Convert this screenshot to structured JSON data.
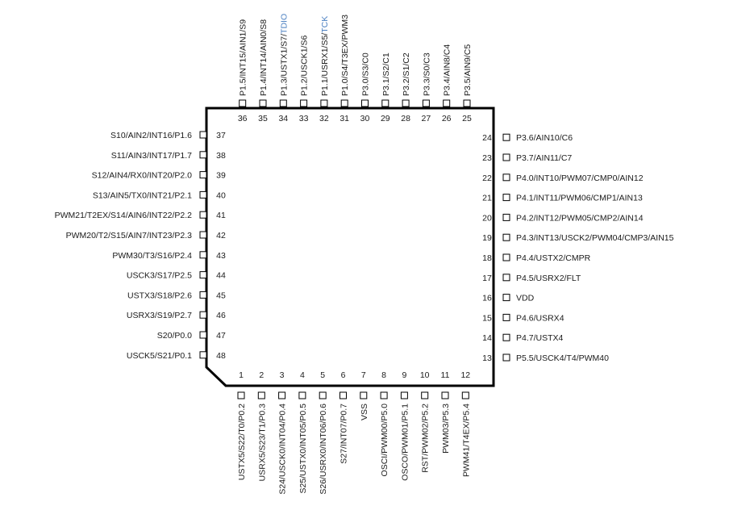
{
  "chip": {
    "accent_color": "#4a7fc1",
    "pins_bottom": [
      {
        "num": "1",
        "label": "USTX5/S22/T0/P0.2"
      },
      {
        "num": "2",
        "label": "USRX5/S23/T1/P0.3"
      },
      {
        "num": "3",
        "label": "S24/USCK0/INT04/P0.4"
      },
      {
        "num": "4",
        "label": "S25/USTX0/INT05/P0.5"
      },
      {
        "num": "5",
        "label": "S26/USRX0/INT06/P0.6"
      },
      {
        "num": "6",
        "label": "S27/INT07/P0.7"
      },
      {
        "num": "7",
        "label": "VSS"
      },
      {
        "num": "8",
        "label": "OSCI/PWM00/P5.0"
      },
      {
        "num": "9",
        "label": "OSCO/PWM01/P5.1"
      },
      {
        "num": "10",
        "label": "RST/PWM02/P5.2"
      },
      {
        "num": "11",
        "label": "PWM03/P5.3"
      },
      {
        "num": "12",
        "label": "PWM41/T4EX/P5.4"
      }
    ],
    "pins_right": [
      {
        "num": "13",
        "label": "P5.5/USCK4/T4/PWM40"
      },
      {
        "num": "14",
        "label": "P4.7/USTX4"
      },
      {
        "num": "15",
        "label": "P4.6/USRX4"
      },
      {
        "num": "16",
        "label": "VDD"
      },
      {
        "num": "17",
        "label": "P4.5/USRX2/FLT"
      },
      {
        "num": "18",
        "label": "P4.4/USTX2/CMPR"
      },
      {
        "num": "19",
        "label": "P4.3/INT13/USCK2/PWM04/CMP3/AIN15"
      },
      {
        "num": "20",
        "label": "P4.2/INT12/PWM05/CMP2/AIN14"
      },
      {
        "num": "21",
        "label": "P4.1/INT11/PWM06/CMP1/AIN13"
      },
      {
        "num": "22",
        "label": "P4.0/INT10/PWM07/CMP0/AIN12"
      },
      {
        "num": "23",
        "label": "P3.7/AIN11/C7"
      },
      {
        "num": "24",
        "label": "P3.6/AIN10/C6"
      }
    ],
    "pins_top": [
      {
        "num": "25",
        "label": "P3.5/AIN9/C5"
      },
      {
        "num": "26",
        "label": "P3.4/AIN8/C4"
      },
      {
        "num": "27",
        "label": "P3.3/S0/C3"
      },
      {
        "num": "28",
        "label": "P3.2/S1/C2"
      },
      {
        "num": "29",
        "label": "P3.1/S2/C1"
      },
      {
        "num": "30",
        "label": "P3.0/S3/C0"
      },
      {
        "num": "31",
        "label": "P1.0/S4/T3EX/PWM3"
      },
      {
        "num": "32",
        "label": "P1.1/USRX1/S5/",
        "accent": "TCK"
      },
      {
        "num": "33",
        "label": "P1.2/USCK1/S6"
      },
      {
        "num": "34",
        "label": "P1.3/USTX1/S7/",
        "accent": "TDIO"
      },
      {
        "num": "35",
        "label": "P1.4/INT14/AIN0/S8"
      },
      {
        "num": "36",
        "label": "P1.5/INT15/AIN1/S9"
      }
    ],
    "pins_left": [
      {
        "num": "37",
        "label": "S10/AIN2/INT16/P1.6"
      },
      {
        "num": "38",
        "label": "S11/AIN3/INT17/P1.7"
      },
      {
        "num": "39",
        "label": "S12/AIN4/RX0/INT20/P2.0"
      },
      {
        "num": "40",
        "label": "S13/AIN5/TX0/INT21/P2.1"
      },
      {
        "num": "41",
        "label": "PWM21/T2EX/S14/AIN6/INT22/P2.2"
      },
      {
        "num": "42",
        "label": "PWM20/T2/S15/AIN7/INT23/P2.3"
      },
      {
        "num": "43",
        "label": "PWM30/T3/S16/P2.4"
      },
      {
        "num": "44",
        "label": "USCK3/S17/P2.5"
      },
      {
        "num": "45",
        "label": "USTX3/S18/P2.6"
      },
      {
        "num": "46",
        "label": "USRX3/S19/P2.7"
      },
      {
        "num": "47",
        "label": "S20/P0.0"
      },
      {
        "num": "48",
        "label": "USCK5/S21/P0.1"
      }
    ]
  }
}
